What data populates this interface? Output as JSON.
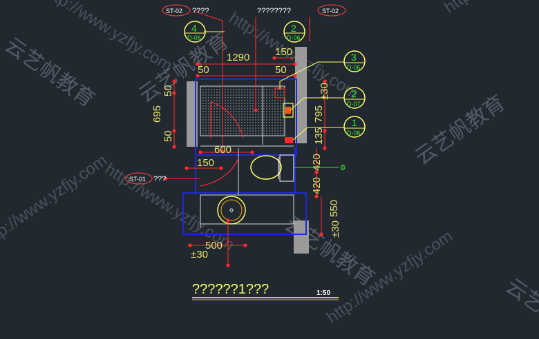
{
  "colors": {
    "background": "#212830",
    "dimension_text": "#e8e36a",
    "dimension_line": "#ff2a2a",
    "tag_text": "#ffffff",
    "tag_ellipse": "#e23a3a",
    "bubble_line": "#ffff66",
    "bubble_text": "#32e632",
    "wall_fill": "#9a9a9a",
    "plan_line": "#1e2ad6",
    "watermark": "#7c8490"
  },
  "icons": {
    "section_bubble": "circle-with-divider",
    "tag": "red-ellipse"
  },
  "tags": [
    {
      "id": "st02_left",
      "code": "ST-02",
      "text": "????"
    },
    {
      "id": "center_note",
      "code": "",
      "text": "????????"
    },
    {
      "id": "st02_right",
      "code": "ST-02",
      "text": ""
    },
    {
      "id": "st01",
      "code": "ST-01",
      "text": "???"
    }
  ],
  "bubbles": [
    {
      "id": "b4",
      "num": "4",
      "ref": "D-06"
    },
    {
      "id": "b2a",
      "num": "2",
      "ref": "D-06"
    },
    {
      "id": "b3",
      "num": "3",
      "ref": "D-06"
    },
    {
      "id": "b2b",
      "num": "2",
      "ref": "D-07"
    },
    {
      "id": "b1",
      "num": "1",
      "ref": "D-06"
    }
  ],
  "dimensions": {
    "d1290": "1290",
    "d150_top": "150",
    "d50_left": "50",
    "d50_right": "50",
    "d50_side_top": "50",
    "d695": "695",
    "d50_side_bot": "50",
    "d600": "600",
    "d150_mid": "150",
    "d500": "500",
    "pm30_left": "±30",
    "d30_top": "±30",
    "d795": "795",
    "d135": "135",
    "d420_top": "420",
    "d420_bot": "420",
    "d550": "550",
    "pm30_right": "±30"
  },
  "footer": {
    "title": "??????1???",
    "scale": "1:50"
  },
  "watermarks": {
    "cn": "云艺帆教育",
    "url": "http://www.yzfjy.com"
  }
}
